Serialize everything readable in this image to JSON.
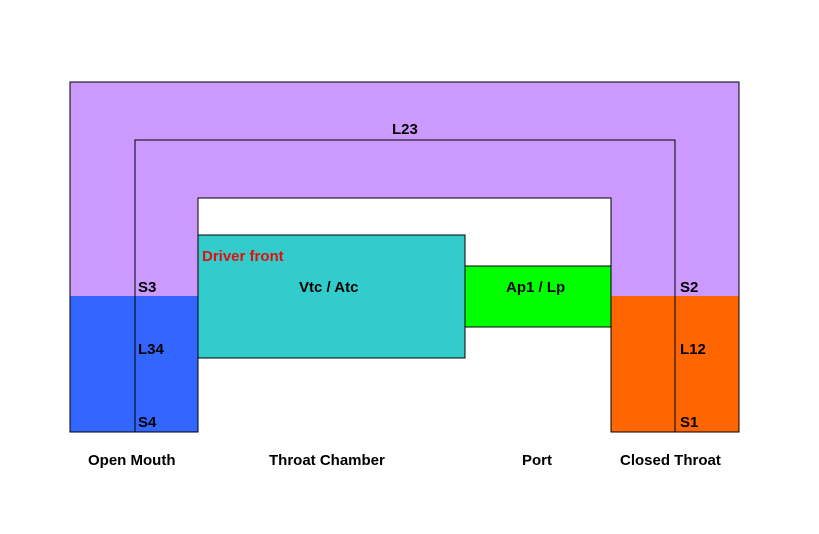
{
  "colors": {
    "horn_band": "#cc99ff",
    "open_mouth": "#3366ff",
    "closed_throat": "#ff6600",
    "throat_chamber": "#33cccc",
    "port": "#00ff00",
    "driver_text": "#e01010",
    "outline": "#000000"
  },
  "labels": {
    "l23": "L23",
    "driver_front": "Driver front",
    "chamber": "Vtc / Atc",
    "port": "Ap1 / Lp",
    "s3": "S3",
    "s2": "S2",
    "l34": "L34",
    "l12": "L12",
    "s4": "S4",
    "s1": "S1"
  },
  "captions": {
    "open_mouth": "Open Mouth",
    "throat_chamber": "Throat Chamber",
    "port": "Port",
    "closed_throat": "Closed Throat"
  }
}
